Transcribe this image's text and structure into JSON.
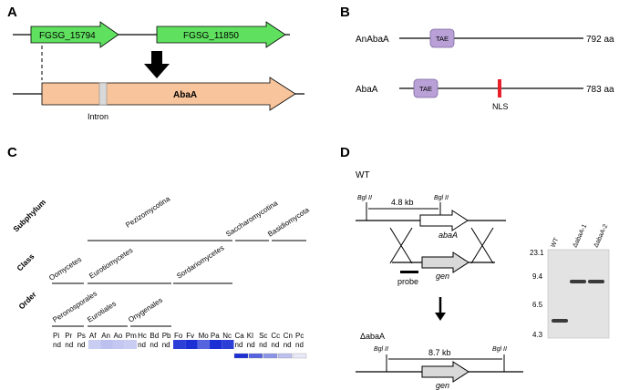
{
  "panels": {
    "a": {
      "letter": "A",
      "gene1": "FGSG_15794",
      "gene2": "FGSG_11850",
      "gene_main": "AbaA",
      "intron": "Intron",
      "colors": {
        "gene_arrow": "#5fe05f",
        "abaA_arrow": "#f7c49b",
        "intron_box": "#d9d9d9"
      }
    },
    "b": {
      "letter": "B",
      "protein1": {
        "name": "AnAbaA",
        "length": "792 aa",
        "domain": "TAE"
      },
      "protein2": {
        "name": "AbaA",
        "length": "783 aa",
        "domain": "TAE",
        "signal": "NLS"
      },
      "colors": {
        "tae_box": "#b9a0d6",
        "nls_bar": "#e8202a"
      }
    },
    "c": {
      "letter": "C",
      "rank_labels": {
        "subphylum": "Subphylum",
        "class": "Class",
        "order": "Order"
      },
      "subphyla": [
        "Pezizomycotina",
        "Saccharomycotina",
        "Basidiomycota"
      ],
      "classes": [
        "Oomycetes",
        "Eurotiomycetes",
        "Sordariomycetes"
      ],
      "orders": [
        "Peronosporales",
        "Eurotiales",
        "Onygenales"
      ],
      "species": [
        {
          "abbr": "Pi",
          "value": "nd"
        },
        {
          "abbr": "Pr",
          "value": "nd"
        },
        {
          "abbr": "Ps",
          "value": "nd"
        },
        {
          "abbr": "Af",
          "value": ""
        },
        {
          "abbr": "An",
          "value": ""
        },
        {
          "abbr": "Ao",
          "value": ""
        },
        {
          "abbr": "Pm",
          "value": ""
        },
        {
          "abbr": "Hc",
          "value": "nd"
        },
        {
          "abbr": "Bd",
          "value": "nd"
        },
        {
          "abbr": "Pb",
          "value": "nd"
        },
        {
          "abbr": "Fo",
          "value": ""
        },
        {
          "abbr": "Fv",
          "value": ""
        },
        {
          "abbr": "Mo",
          "value": ""
        },
        {
          "abbr": "Pa",
          "value": ""
        },
        {
          "abbr": "Nc",
          "value": ""
        },
        {
          "abbr": "Ca",
          "value": "nd"
        },
        {
          "abbr": "Kl",
          "value": "nd"
        },
        {
          "abbr": "Sc",
          "value": "nd"
        },
        {
          "abbr": "Cc",
          "value": "nd"
        },
        {
          "abbr": "Cn",
          "value": "nd"
        },
        {
          "abbr": "Pc",
          "value": "nd"
        }
      ],
      "heat_colors": {
        "Af": "#c9cdf2",
        "An": "#bcc1ef",
        "Ao": "#c4c8f1",
        "Pm": "#c9cdf2",
        "Fo": "#2e3fd8",
        "Fv": "#1c2fd4",
        "Mo": "#5563df",
        "Pa": "#1c2fd4",
        "Nc": "#2e3fd8"
      },
      "legend_colors": [
        "#1c2fd4",
        "#5563df",
        "#8a95e7",
        "#bcc1ef",
        "#e8eaf8"
      ]
    },
    "d": {
      "letter": "D",
      "wt_label": "WT",
      "wt_site_left": "Bgl II",
      "wt_site_right": "Bgl II",
      "wt_distance": "4.8 kb",
      "wt_gene": "abaA",
      "cassette_gene": "gen",
      "probe": "probe",
      "mutant_label": "ΔabaA",
      "mut_site_left": "Bgl II",
      "mut_site_right": "Bgl II",
      "mut_distance": "8.7 kb",
      "mut_gene": "gen",
      "blot": {
        "lanes": [
          "WT",
          "ΔabaA-1",
          "ΔabaA-2"
        ],
        "markers": [
          "23.1",
          "9.4",
          "6.5",
          "4.3"
        ]
      }
    }
  }
}
